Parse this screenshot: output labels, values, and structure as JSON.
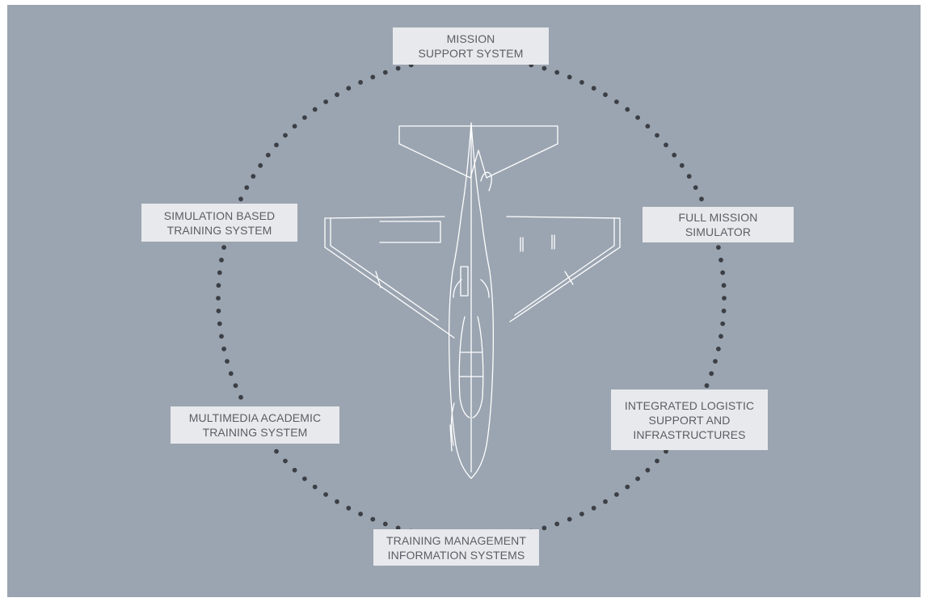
{
  "labels": {
    "mission_support": [
      "MISSION",
      "SUPPORT SYSTEM"
    ],
    "simulation_based": [
      "SIMULATION BASED",
      "TRAINING SYSTEM"
    ],
    "full_mission": [
      "FULL MISSION",
      "SIMULATOR"
    ],
    "multimedia": [
      "MULTIMEDIA ACADEMIC",
      "TRAINING SYSTEM"
    ],
    "integrated_logistic": [
      "INTEGRATED LOGISTIC",
      "SUPPORT AND",
      "INFRASTRUCTURES"
    ],
    "training_management": [
      "TRAINING MANAGEMENT",
      "INFORMATION SYSTEMS"
    ]
  },
  "colors": {
    "background": "#9ba5b1",
    "label_fill": "#e8e9ec",
    "label_text": "#595e66",
    "dot": "#3c3f45",
    "aircraft_outline": "#ffffff"
  },
  "icon": "aircraft-top-view-icon"
}
